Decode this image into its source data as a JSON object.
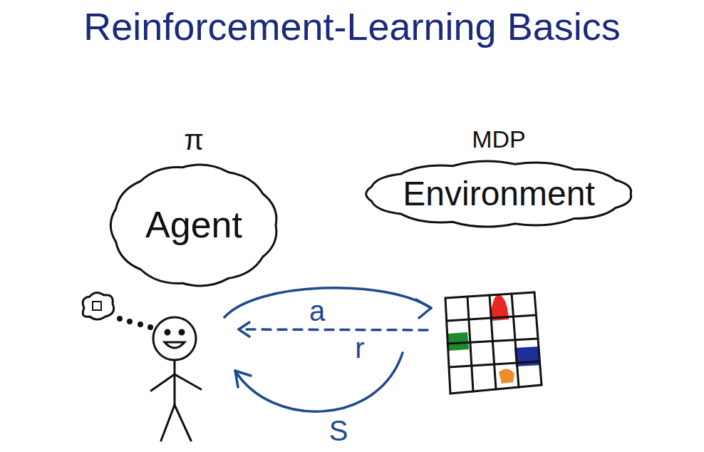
{
  "diagram": {
    "title": "Reinforcement-Learning Basics",
    "nodes": [
      {
        "text": [
          "π",
          "Agent"
        ]
      },
      {
        "text": [
          "MDP",
          "Environment"
        ]
      }
    ],
    "labels": [
      "a",
      "r",
      "S"
    ]
  }
}
